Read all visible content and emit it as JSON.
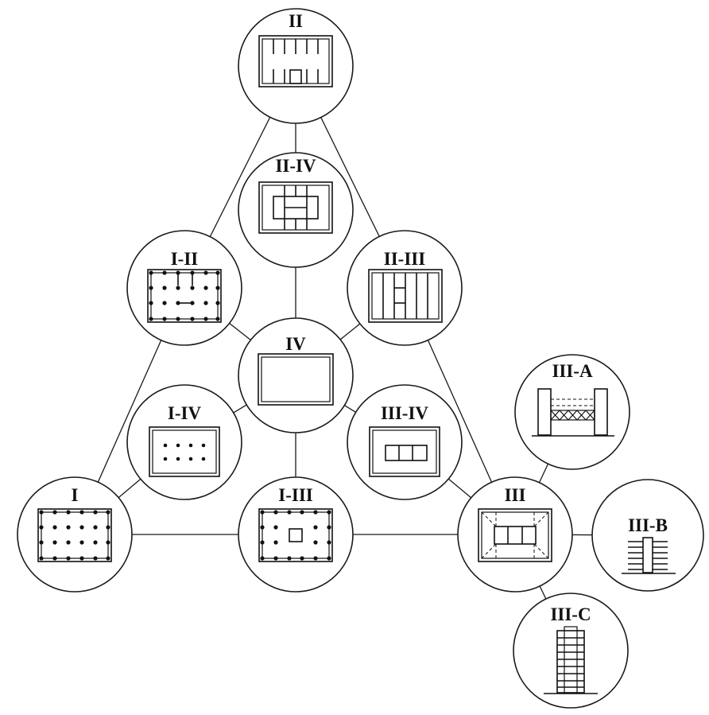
{
  "diagram": {
    "nodes": [
      {
        "id": "II",
        "label": "II"
      },
      {
        "id": "II-IV",
        "label": "II-IV"
      },
      {
        "id": "I-II",
        "label": "I-II"
      },
      {
        "id": "II-III",
        "label": "II-III"
      },
      {
        "id": "IV",
        "label": "IV"
      },
      {
        "id": "I-IV",
        "label": "I-IV"
      },
      {
        "id": "III-IV",
        "label": "III-IV"
      },
      {
        "id": "I",
        "label": "I"
      },
      {
        "id": "I-III",
        "label": "I-III"
      },
      {
        "id": "III",
        "label": "III"
      },
      {
        "id": "III-A",
        "label": "III-A"
      },
      {
        "id": "III-B",
        "label": "III-B"
      },
      {
        "id": "III-C",
        "label": "III-C"
      }
    ],
    "edges": [
      [
        "II",
        "II-IV"
      ],
      [
        "II-IV",
        "IV"
      ],
      [
        "II",
        "I-II"
      ],
      [
        "I-II",
        "I"
      ],
      [
        "II",
        "II-III"
      ],
      [
        "II-III",
        "III"
      ],
      [
        "I-II",
        "IV"
      ],
      [
        "II-III",
        "IV"
      ],
      [
        "IV",
        "I-IV"
      ],
      [
        "IV",
        "III-IV"
      ],
      [
        "IV",
        "I-III"
      ],
      [
        "I-IV",
        "I"
      ],
      [
        "III-IV",
        "III"
      ],
      [
        "I",
        "I-III"
      ],
      [
        "I-III",
        "III"
      ],
      [
        "III",
        "III-A"
      ],
      [
        "III",
        "III-B"
      ],
      [
        "III",
        "III-C"
      ]
    ]
  }
}
